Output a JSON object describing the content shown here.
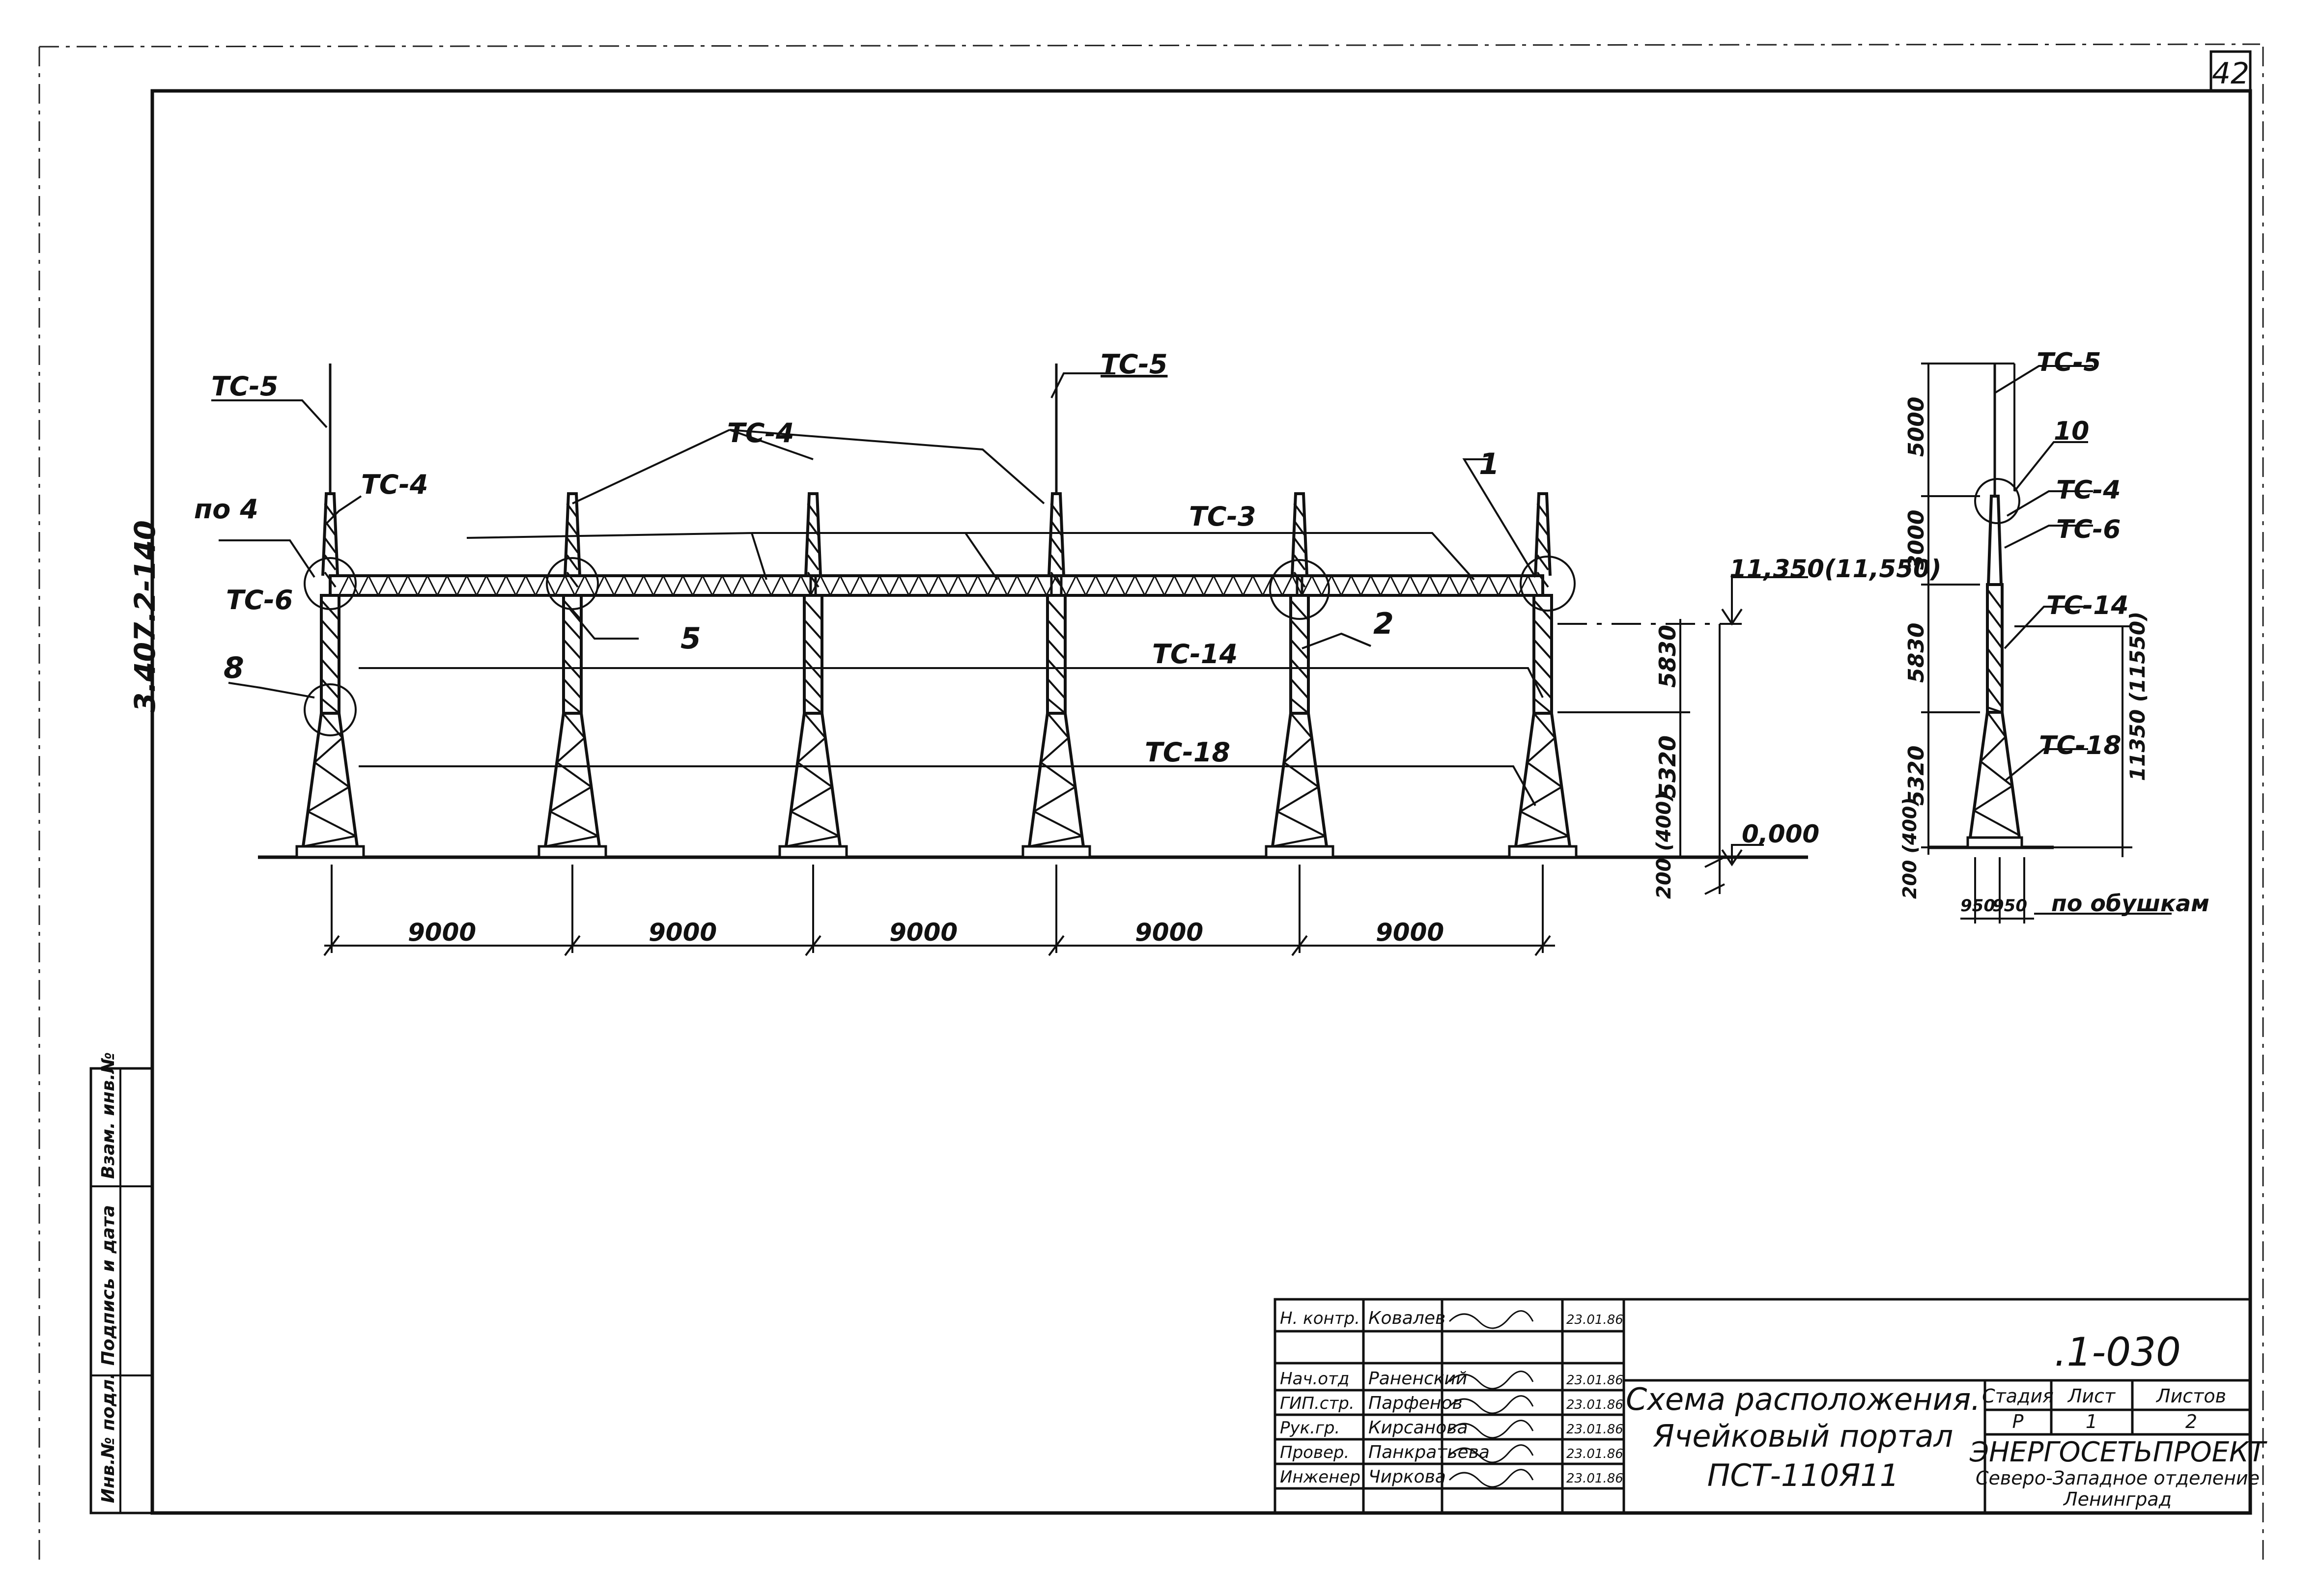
{
  "sheet": {
    "sheet_number": "42",
    "side_code": "3.407.2-140",
    "side_stamp": [
      "Инв.№ подл.",
      "Подпись и дата",
      "Взам. инв.№"
    ]
  },
  "front_view": {
    "labels": {
      "tc5_left": "ТС-5",
      "tc5_center": "ТС-5",
      "tc4_left": "ТС-4",
      "tc4_top": "ТС-4",
      "tc6_left": "ТС-6",
      "tc3": "ТС-3",
      "tc14": "ТС-14",
      "tc18": "ТС-18",
      "po4": "по 4",
      "node_1": "1",
      "node_2": "2",
      "node_5": "5",
      "node_8": "8"
    },
    "elevations": {
      "top": "11,350(11,550)",
      "ground": "0,000"
    },
    "vertical_dims": [
      "5830",
      "5320",
      "200 (400)"
    ],
    "spans": [
      "9000",
      "9000",
      "9000",
      "9000",
      "9000"
    ]
  },
  "side_view": {
    "labels": {
      "tc5": "ТС-5",
      "node_10": "10",
      "tc4": "ТС-4",
      "tc6": "ТС-6",
      "tc14": "ТС-14",
      "tc18": "ТС-18",
      "po_obushkam": "по обушкам"
    },
    "vertical_dims": [
      "5000",
      "3000",
      "5830",
      "5320",
      "200 (400)"
    ],
    "total_dim": "11350 (11550)",
    "base_dims": [
      "950",
      "950"
    ]
  },
  "title_block": {
    "doc_number": ".1-030",
    "title_lines": [
      "Схема расположения.",
      "Ячейковый портал",
      "ПСТ-110Я11"
    ],
    "rows": [
      {
        "role": "Н. контр.",
        "name": "Ковалев",
        "date": "23.01.86"
      },
      {
        "role": "",
        "name": "",
        "date": ""
      },
      {
        "role": "Нач.отд",
        "name": "Раненский",
        "date": "23.01.86"
      },
      {
        "role": "ГИП.стр.",
        "name": "Парфенов",
        "date": "23.01.86"
      },
      {
        "role": "Рук.гр.",
        "name": "Кирсанова",
        "date": "23.01.86"
      },
      {
        "role": "Провер.",
        "name": "Панкратьева",
        "date": "23.01.86"
      },
      {
        "role": "Инженер",
        "name": "Чиркова",
        "date": "23.01.86"
      }
    ],
    "stage_header": [
      "Стадия",
      "Лист",
      "Листов"
    ],
    "stage_values": [
      "Р",
      "1",
      "2"
    ],
    "org_name": "ЭНЕРГОСЕТЬПРОЕКТ",
    "org_sub": [
      "Северо-Западное отделение",
      "Ленинград"
    ]
  }
}
